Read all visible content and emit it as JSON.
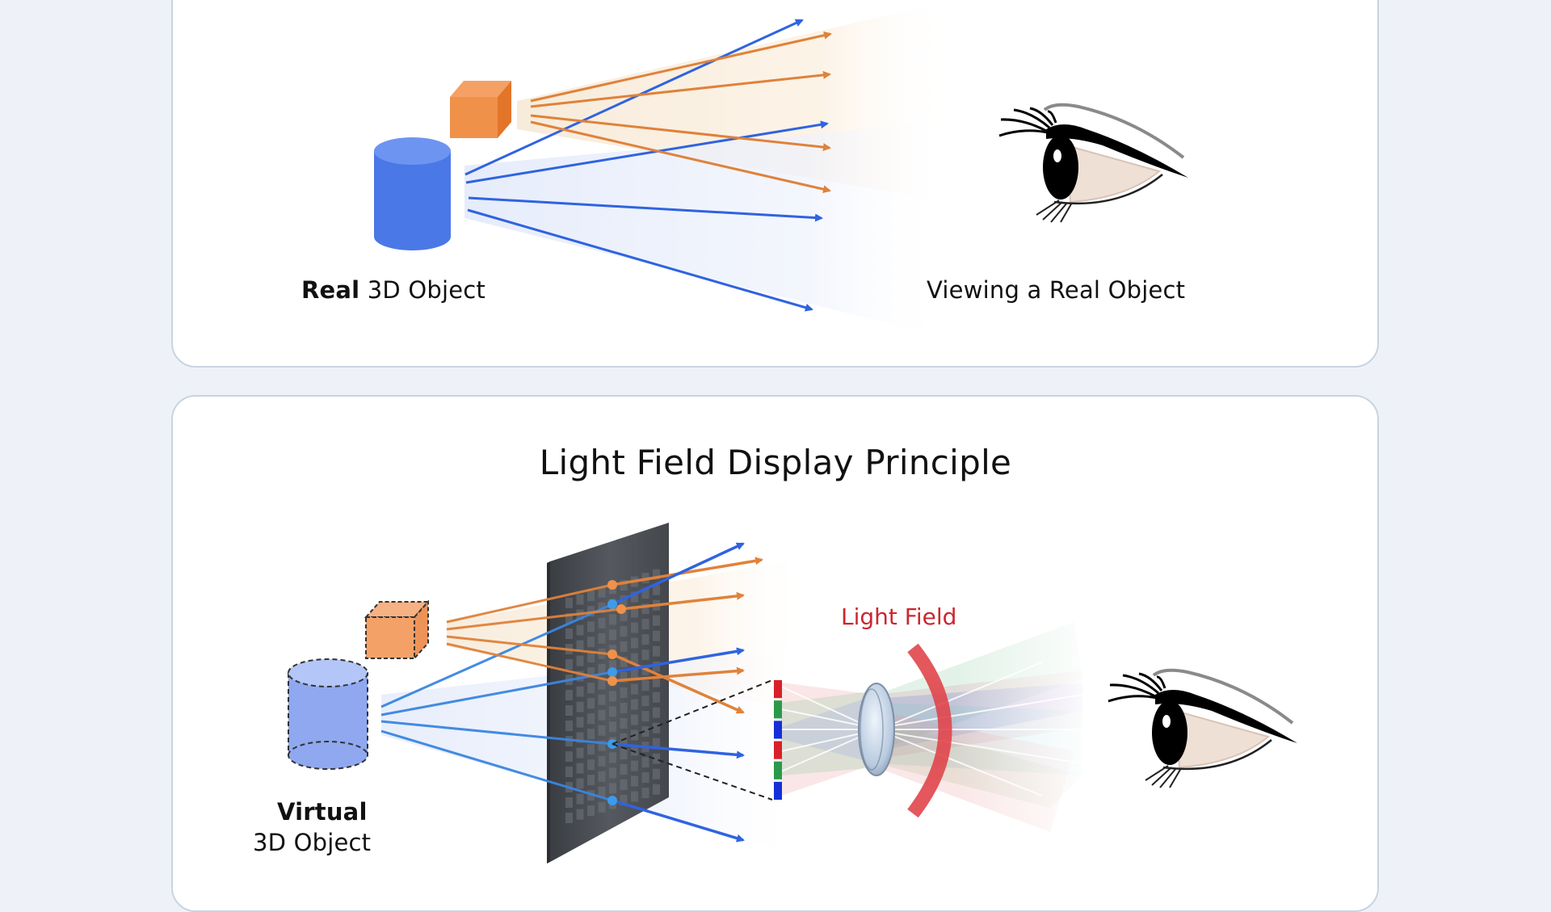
{
  "top_panel": {
    "object_label_bold": "Real",
    "object_label_rest": " 3D Object",
    "viewer_label": "Viewing a Real Object"
  },
  "bottom_panel": {
    "title": "Light Field Display Principle",
    "light_field_label": "Light Field",
    "object_label_line1": "Virtual",
    "object_label_line2": "3D Object"
  },
  "colors": {
    "background": "#eef2f8",
    "card": "#ffffff",
    "card_border": "#c9d3e2",
    "cylinder_blue": "#4a78e6",
    "cube_orange": "#f0914a",
    "ray_blue": "#2f63e0",
    "ray_orange": "#e0823a",
    "light_field_red": "#cc2630",
    "pixel_red": "#d8202a",
    "pixel_green": "#2a9a4a",
    "pixel_blue": "#1530d8"
  },
  "pixel_strip": [
    "red",
    "green",
    "blue",
    "red",
    "green",
    "blue"
  ]
}
